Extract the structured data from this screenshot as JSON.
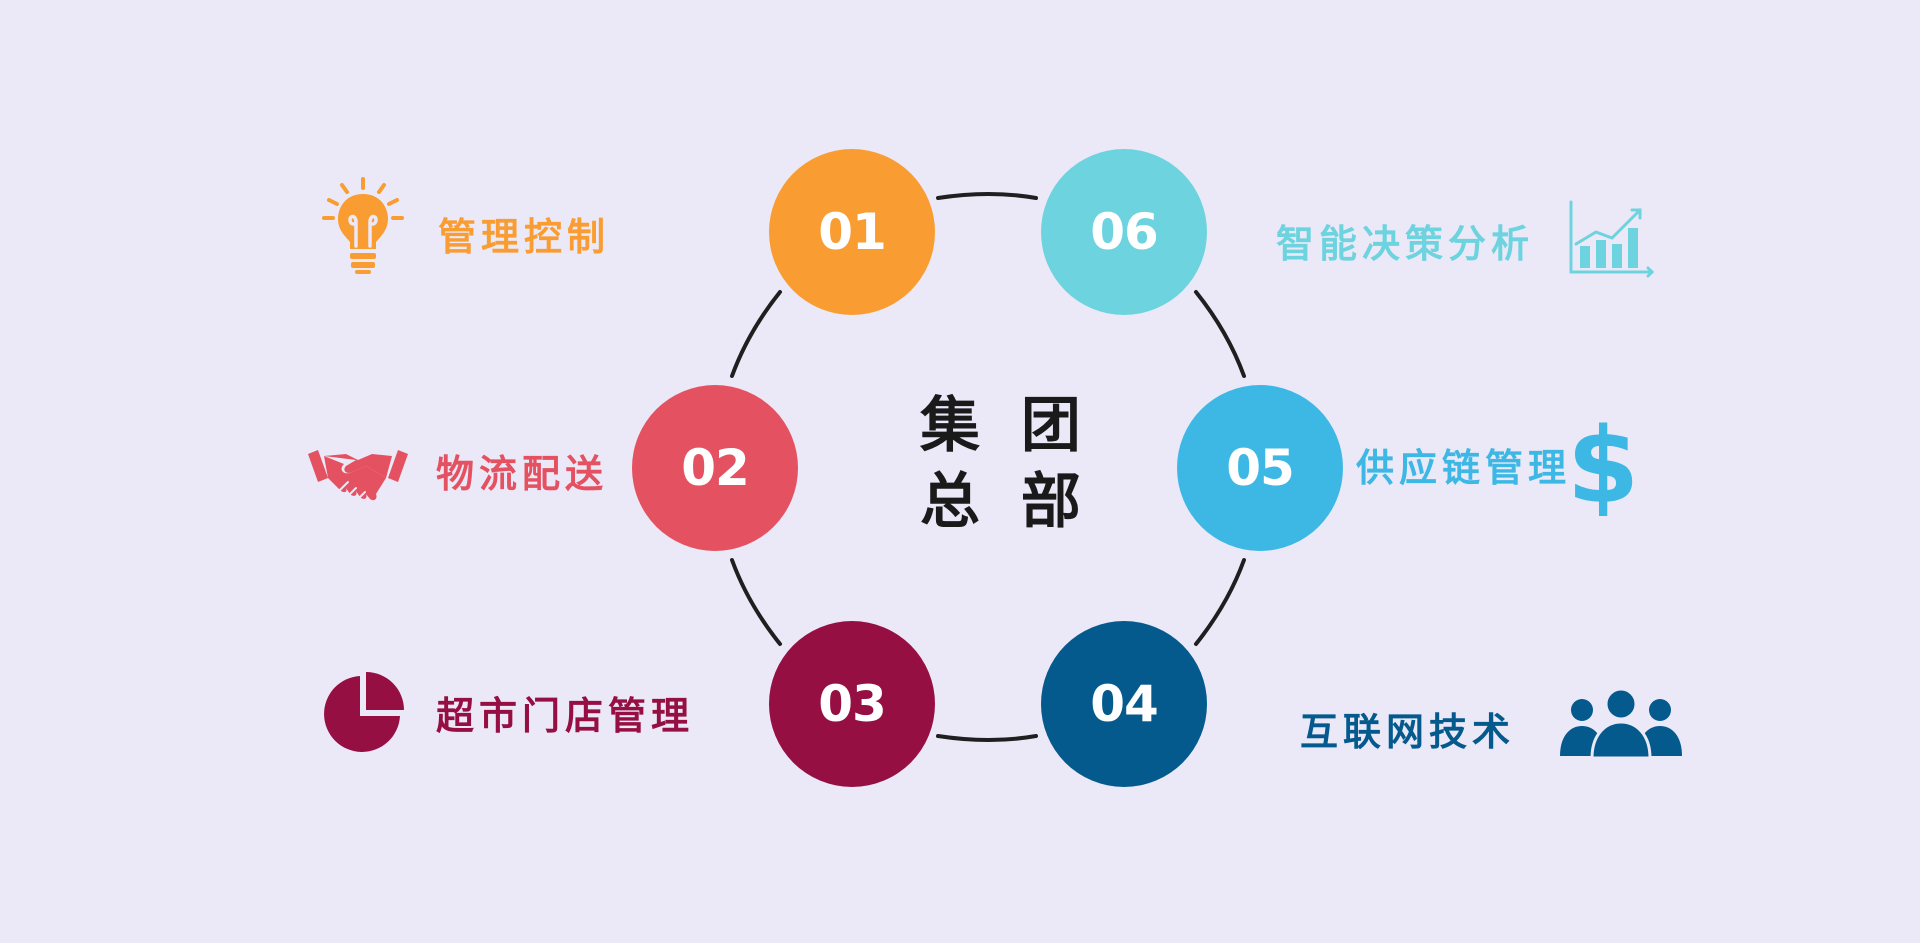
{
  "center": {
    "line1": "集 团",
    "line2": "总 部"
  },
  "colors": {
    "background": "#ebe9f8",
    "ring": "#1f1f1f",
    "orange": "#f99d32",
    "red": "#e45262",
    "maroon": "#960f42",
    "navy": "#04598d",
    "blue": "#3db8e5",
    "cyan": "#6dd3de"
  },
  "nodes": [
    {
      "number": "01",
      "label": "管理控制",
      "color": "#f99d32",
      "icon": "lightbulb-icon"
    },
    {
      "number": "02",
      "label": "物流配送",
      "color": "#e45262",
      "icon": "handshake-icon"
    },
    {
      "number": "03",
      "label": "超市门店管理",
      "color": "#960f42",
      "icon": "pie-chart-icon"
    },
    {
      "number": "04",
      "label": "互联网技术",
      "color": "#04598d",
      "icon": "users-icon"
    },
    {
      "number": "05",
      "label": "供应链管理",
      "color": "#3db8e5",
      "icon": "dollar-icon"
    },
    {
      "number": "06",
      "label": "智能决策分析",
      "color": "#6dd3de",
      "icon": "bar-chart-icon"
    }
  ]
}
